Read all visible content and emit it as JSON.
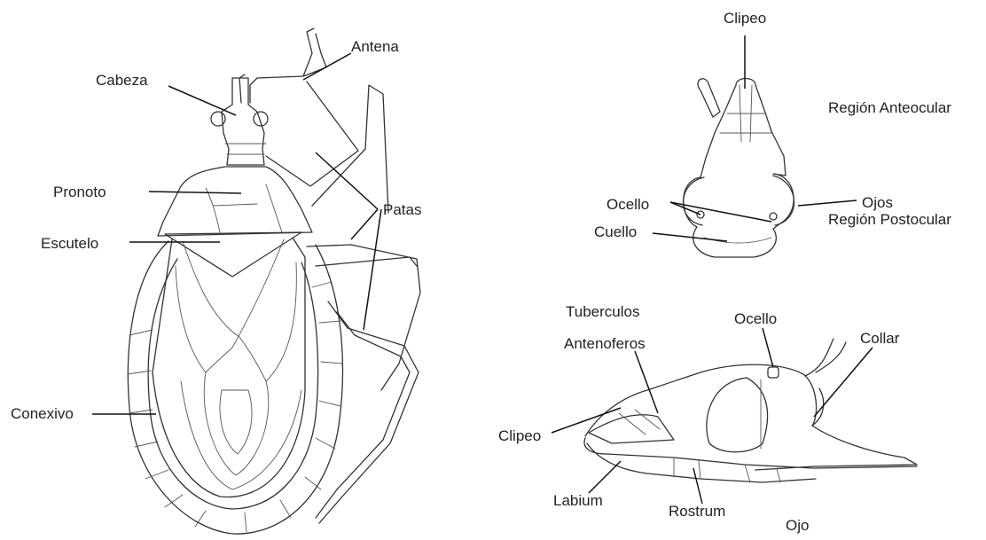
{
  "labels": {
    "body": {
      "cabeza": "Cabeza",
      "antena": "Antena",
      "pronoto": "Pronoto",
      "patas": "Patas",
      "escutelo": "Escutelo",
      "conexivo": "Conexivo"
    },
    "head_dorsal": {
      "clipeo": "Clipeo",
      "region_anteocular": "Región Anteocular",
      "ocello": "Ocello",
      "ojos": "Ojos",
      "cuello": "Cuello",
      "region_postocular": "Región Postocular"
    },
    "head_lateral": {
      "tuberculos": "Tuberculos",
      "antenoferos": "Antenoferos",
      "ocello": "Ocello",
      "collar": "Collar",
      "clipeo": "Clipeo",
      "labium": "Labium",
      "rostrum": "Rostrum",
      "ojo": "Ojo"
    }
  }
}
